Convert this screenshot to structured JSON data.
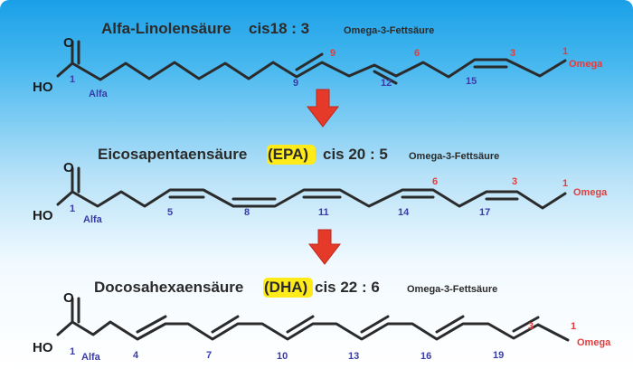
{
  "molecules": [
    {
      "name": "Alfa-Linolensäure",
      "abbr": "",
      "ratio": "cis18 : 3",
      "omega_label": "Omega-3-Fettsäure",
      "alfa_label": "Alfa",
      "atom_o": "O",
      "atom_ho": "HO",
      "alpha_num": "1",
      "omega_num": "1",
      "omega_word": "Omega",
      "blue_numbers": [
        "9",
        "12",
        "15"
      ],
      "red_numbers": [
        "9",
        "6",
        "3"
      ]
    },
    {
      "name": "Eicosapentaensäure",
      "abbr": "(EPA)",
      "ratio": "cis 20 : 5",
      "omega_label": "Omega-3-Fettsäure",
      "alfa_label": "Alfa",
      "atom_o": "O",
      "atom_ho": "HO",
      "alpha_num": "1",
      "omega_num": "1",
      "omega_word": "Omega",
      "blue_numbers": [
        "5",
        "8",
        "11",
        "14",
        "17"
      ],
      "red_numbers": [
        "6",
        "3"
      ]
    },
    {
      "name": "Docosahexaensäure",
      "abbr": "(DHA)",
      "ratio": "cis 22 : 6",
      "omega_label": "Omega-3-Fettsäure",
      "alfa_label": "Alfa",
      "atom_o": "O",
      "atom_ho": "HO",
      "alpha_num": "1",
      "omega_num": "1",
      "omega_word": "Omega",
      "blue_numbers": [
        "4",
        "7",
        "10",
        "13",
        "16",
        "19"
      ],
      "red_numbers": [
        "3"
      ]
    }
  ],
  "colors": {
    "arrow": "#e53a2a",
    "highlight": "#ffeb1a",
    "bond": "#2b2b2b",
    "blue_text": "#3a3ca8",
    "red_text": "#e43c3c"
  }
}
